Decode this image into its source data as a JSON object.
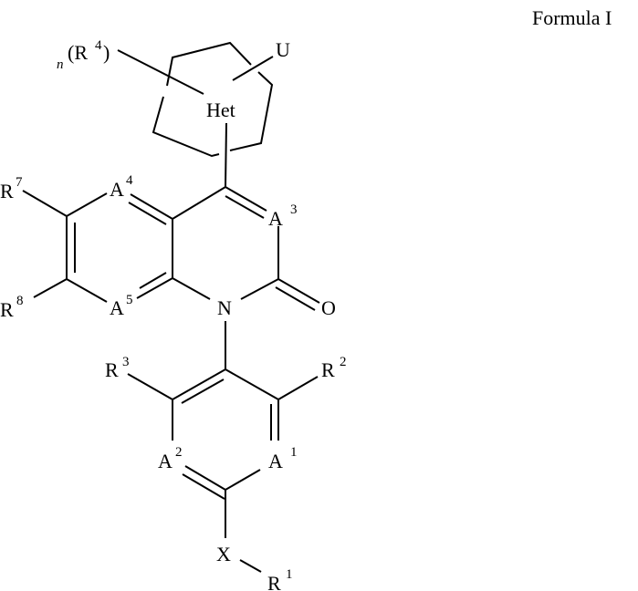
{
  "title": "Formula I",
  "labels": {
    "het": "Het",
    "u": "U",
    "r4_prefix": "n",
    "r4_open": "(R",
    "r4_sup": "4",
    "r4_close": ")",
    "r7": "R",
    "r7_sup": "7",
    "r8": "R",
    "r8_sup": "8",
    "a4": "A",
    "a4_sup": "4",
    "a5": "A",
    "a5_sup": "5",
    "a3": "A",
    "a3_sup": "3",
    "n": "N",
    "o": "O",
    "r3": "R",
    "r3_sup": "3",
    "r2": "R",
    "r2_sup": "2",
    "a2": "A",
    "a2_sup": "2",
    "a1": "A",
    "a1_sup": "1",
    "x": "X",
    "r1": "R",
    "r1_sup": "1"
  },
  "colors": {
    "ink": "#000000",
    "background": "#ffffff"
  }
}
